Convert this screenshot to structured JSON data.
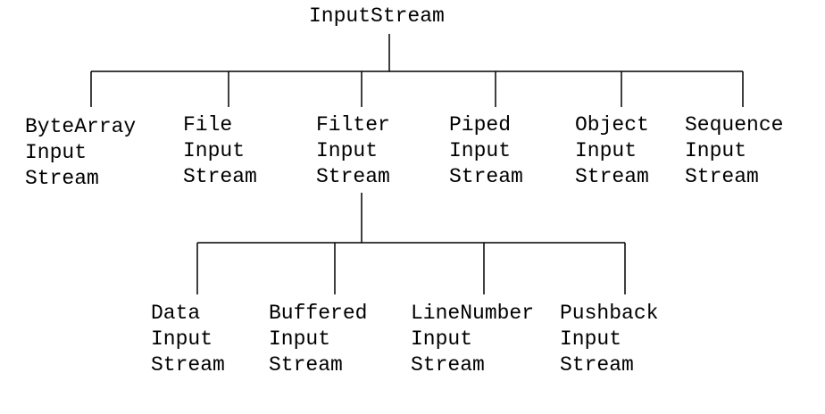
{
  "root": {
    "label": "InputStream"
  },
  "level1": [
    {
      "lines": [
        "ByteArray",
        "Input",
        "Stream"
      ]
    },
    {
      "lines": [
        "File",
        "Input",
        "Stream"
      ]
    },
    {
      "lines": [
        "Filter",
        "Input",
        "Stream"
      ]
    },
    {
      "lines": [
        "Piped",
        "Input",
        "Stream"
      ]
    },
    {
      "lines": [
        "Object",
        "Input",
        "Stream"
      ]
    },
    {
      "lines": [
        "Sequence",
        "Input",
        "Stream"
      ]
    }
  ],
  "level2": [
    {
      "lines": [
        "Data",
        "Input",
        "Stream"
      ]
    },
    {
      "lines": [
        "Buffered",
        "Input",
        "Stream"
      ]
    },
    {
      "lines": [
        "LineNumber",
        "Input",
        "Stream"
      ]
    },
    {
      "lines": [
        "Pushback",
        "Input",
        "Stream"
      ]
    }
  ],
  "colors": {
    "line": "#000000",
    "text": "#000000",
    "background": "#ffffff"
  }
}
